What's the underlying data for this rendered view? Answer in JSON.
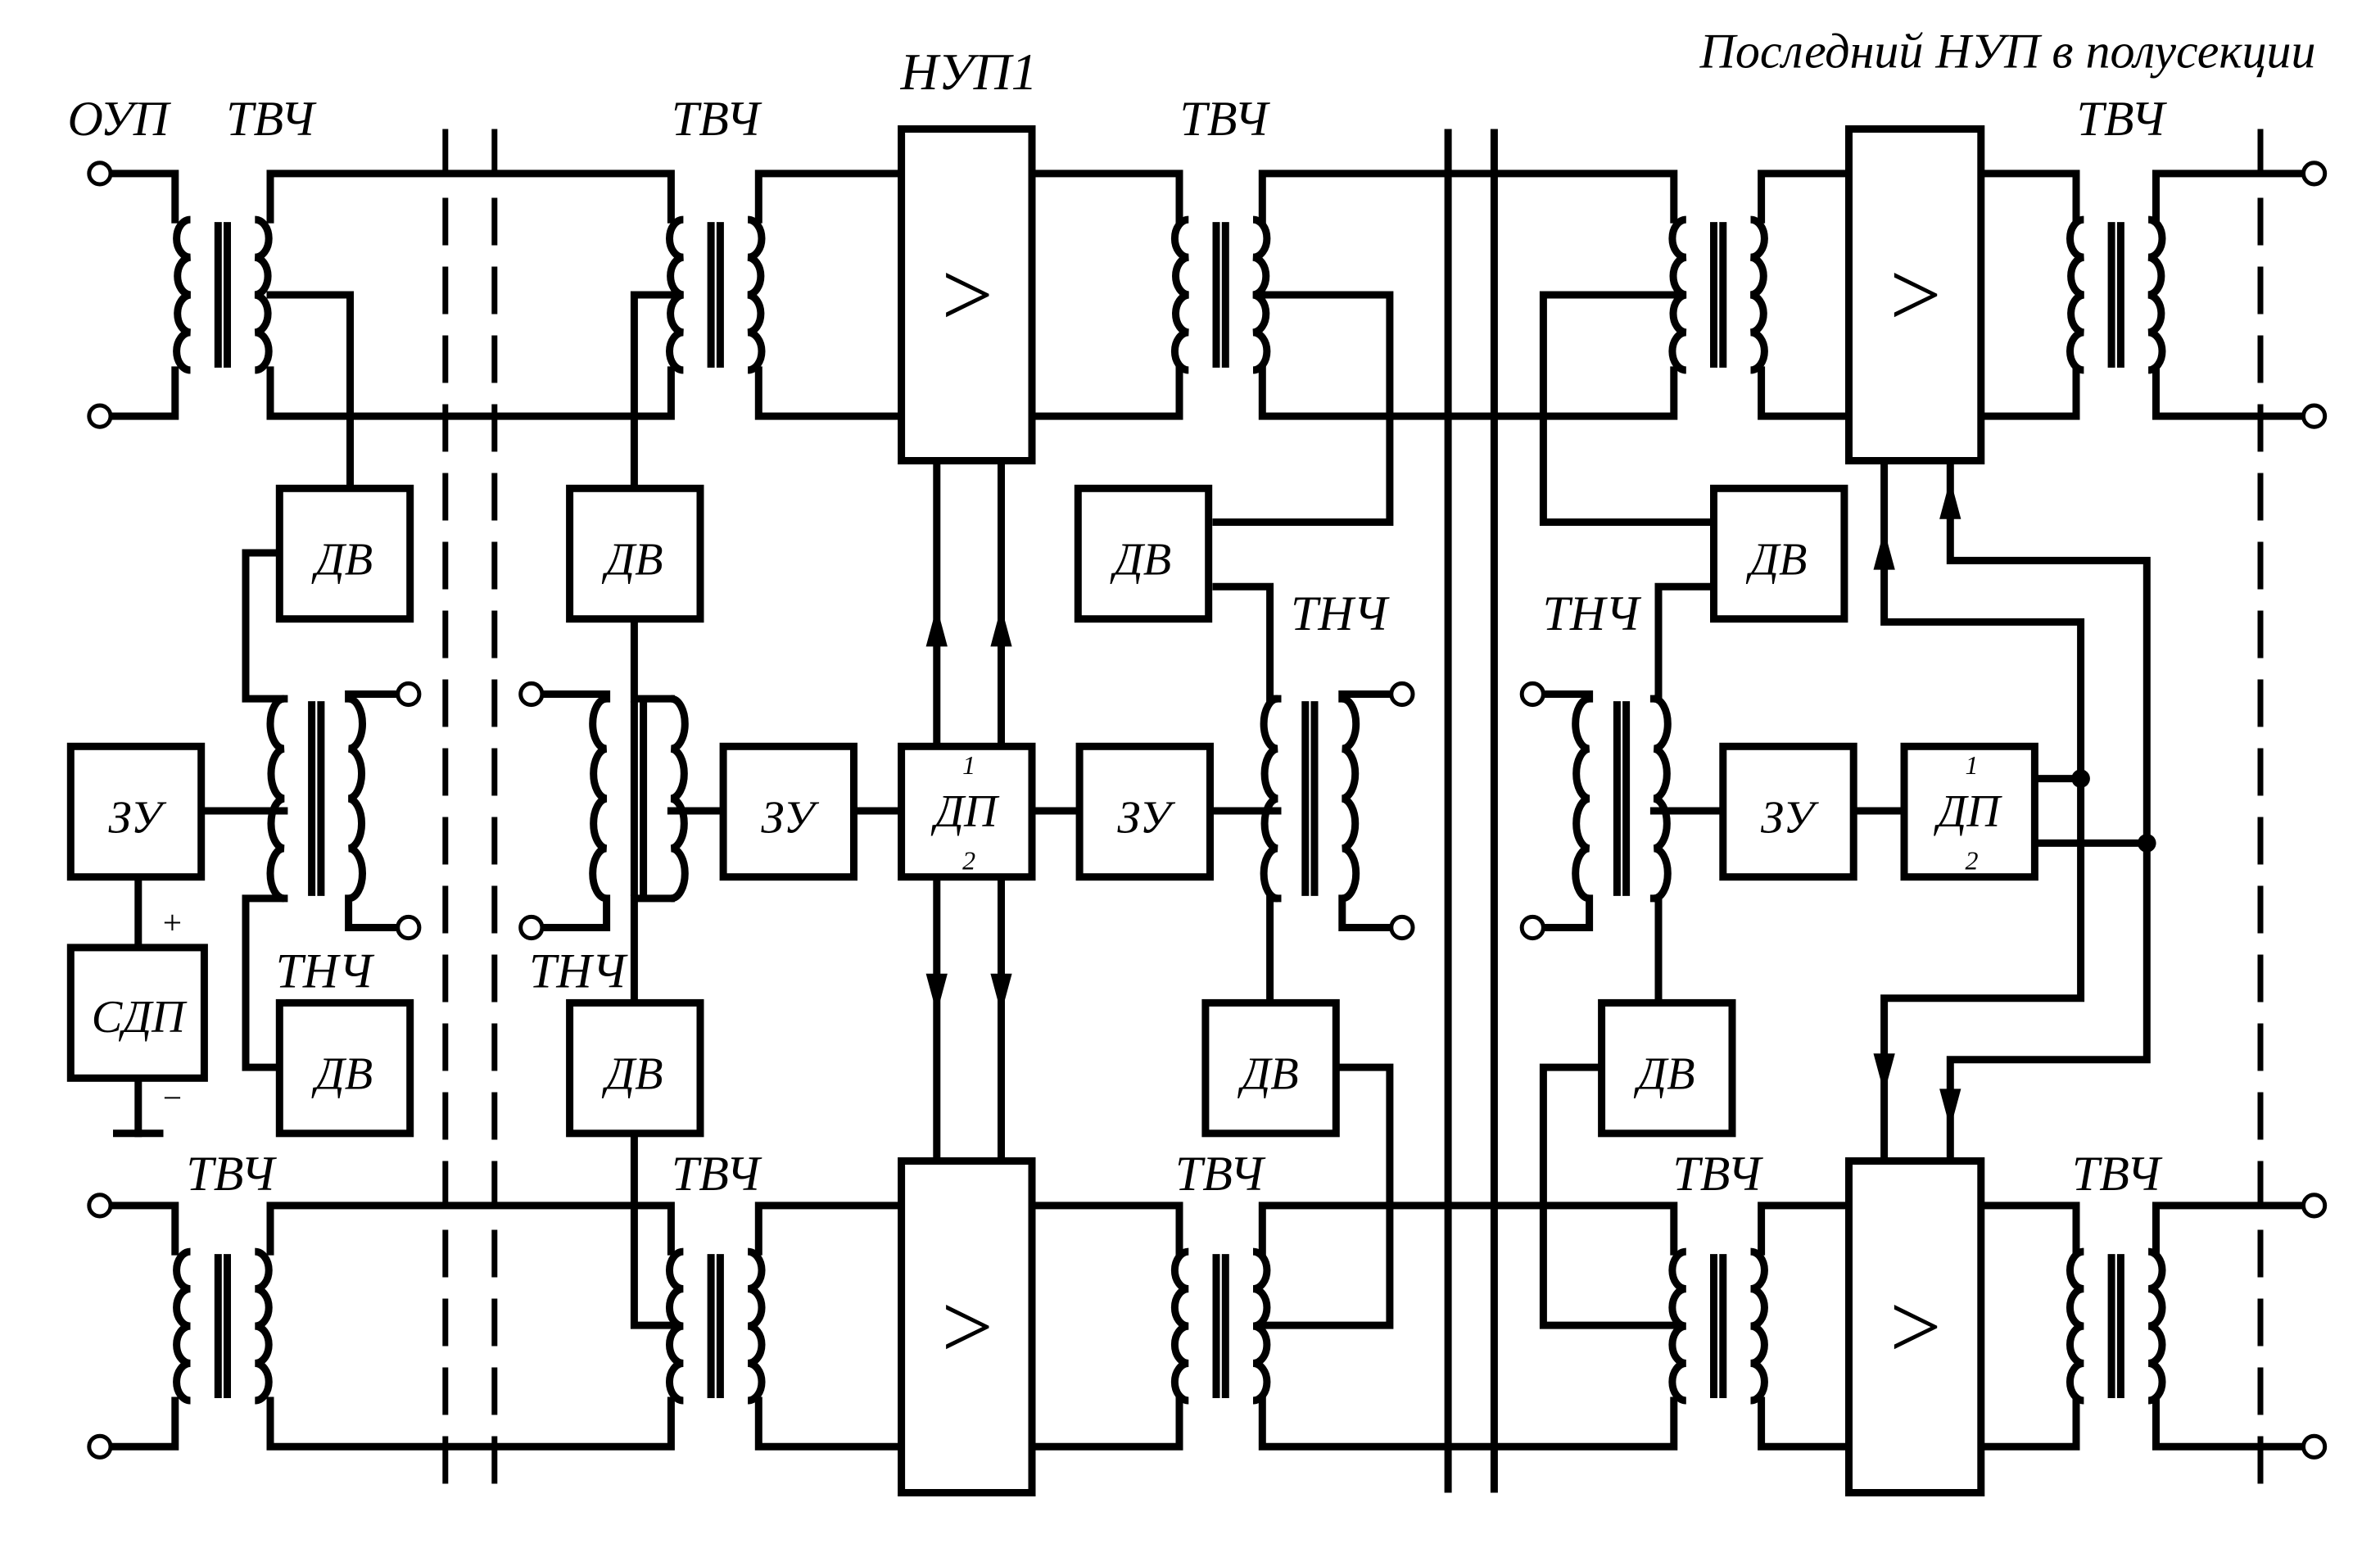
{
  "title": "Последний НУП в полусекции",
  "labels": {
    "oup": "ОУП",
    "nup1": "НУП1",
    "tvch": "ТВЧ",
    "tnch": "ТНЧ",
    "dv": "ДВ",
    "zu": "ЗУ",
    "sdp": "СДП",
    "dp": "ДП",
    "port1": "1",
    "port2": "2",
    "amp": ">",
    "plus": "+",
    "minus": "−"
  }
}
